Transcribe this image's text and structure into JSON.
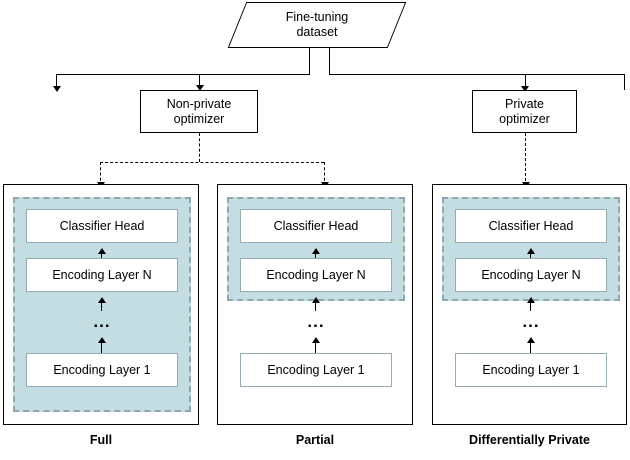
{
  "diagram": {
    "source": {
      "label_line1": "Fine-tuning",
      "label_line2": "dataset"
    },
    "optimizers": [
      {
        "id": "non-private",
        "line1": "Non-private",
        "line2": "optimizer"
      },
      {
        "id": "private",
        "line1": "Private",
        "line2": "optimizer"
      }
    ],
    "panels": [
      {
        "id": "full",
        "caption": "Full",
        "highlight_scope": "all",
        "boxes": [
          {
            "label": "Classifier Head"
          },
          {
            "label": "Encoding Layer N"
          },
          {
            "label": "..."
          },
          {
            "label": "Encoding Layer 1"
          }
        ]
      },
      {
        "id": "partial",
        "caption": "Partial",
        "highlight_scope": "top-two",
        "boxes": [
          {
            "label": "Classifier Head"
          },
          {
            "label": "Encoding Layer N"
          },
          {
            "label": "..."
          },
          {
            "label": "Encoding Layer 1"
          }
        ]
      },
      {
        "id": "differentially-private",
        "caption": "Differentially Private",
        "highlight_scope": "top-two",
        "boxes": [
          {
            "label": "Classifier Head"
          },
          {
            "label": "Encoding Layer N"
          },
          {
            "label": "..."
          },
          {
            "label": "Encoding Layer 1"
          }
        ]
      }
    ],
    "colors": {
      "highlight_fill": "#c3dde2",
      "highlight_border": "#8fa8ad",
      "box_border": "#93aeb3",
      "panel_border": "#000000",
      "connector": "#000000"
    }
  }
}
